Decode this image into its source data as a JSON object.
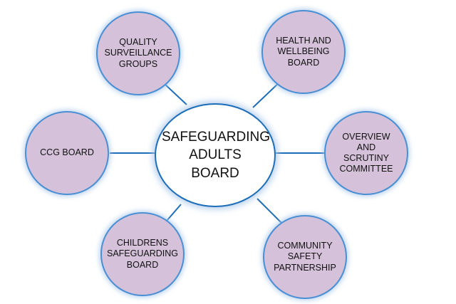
{
  "diagram": {
    "center": {
      "label_lines": [
        "SAFEGUARDING",
        "ADULTS",
        "BOARD"
      ]
    },
    "nodes": [
      {
        "id": "quality-surveillance-groups",
        "label_lines": [
          "QUALITY",
          "SURVEILLANCE",
          "GROUPS"
        ]
      },
      {
        "id": "health-and-wellbeing-board",
        "label_lines": [
          "HEALTH AND",
          "WELLBEING",
          "BOARD"
        ]
      },
      {
        "id": "ccg-board",
        "label_lines": [
          "CCG BOARD"
        ]
      },
      {
        "id": "overview-and-scrutiny-committee",
        "label_lines": [
          "OVERVIEW",
          "AND",
          "SCRUTINY",
          "COMMITTEE"
        ]
      },
      {
        "id": "childrens-safeguarding-board",
        "label_lines": [
          "CHILDRENS",
          "SAFEGUARDING",
          "BOARD"
        ]
      },
      {
        "id": "community-safety-partnership",
        "label_lines": [
          "COMMUNITY",
          "SAFETY",
          "PARTNERSHIP"
        ]
      }
    ],
    "colors": {
      "satellite_fill": "#d5c2da",
      "satellite_border": "#4a8fd4",
      "center_fill": "#ffffff",
      "connector": "#1c6db8"
    }
  }
}
